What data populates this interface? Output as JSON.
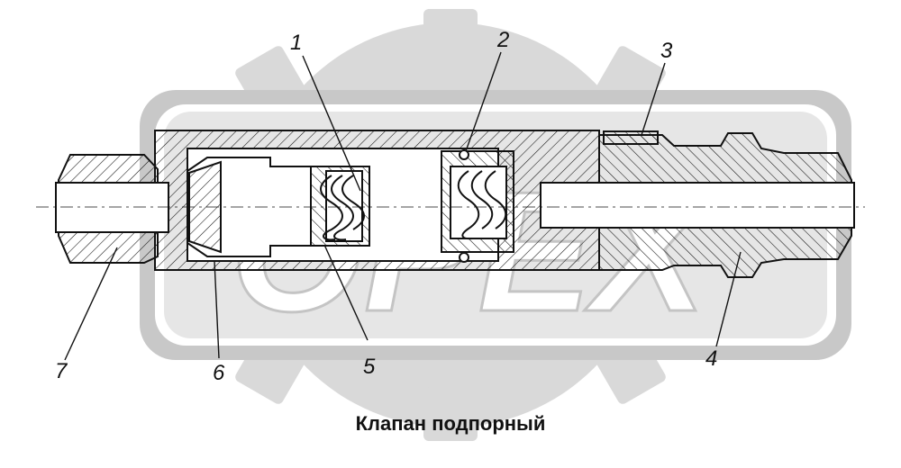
{
  "caption": "Клапан подпорный",
  "callouts": [
    "1",
    "2",
    "3",
    "4",
    "5",
    "6",
    "7"
  ],
  "watermark_text": "OPEX",
  "colors": {
    "line": "#111111",
    "watermark": "#d4d4d4",
    "background": "#ffffff"
  }
}
